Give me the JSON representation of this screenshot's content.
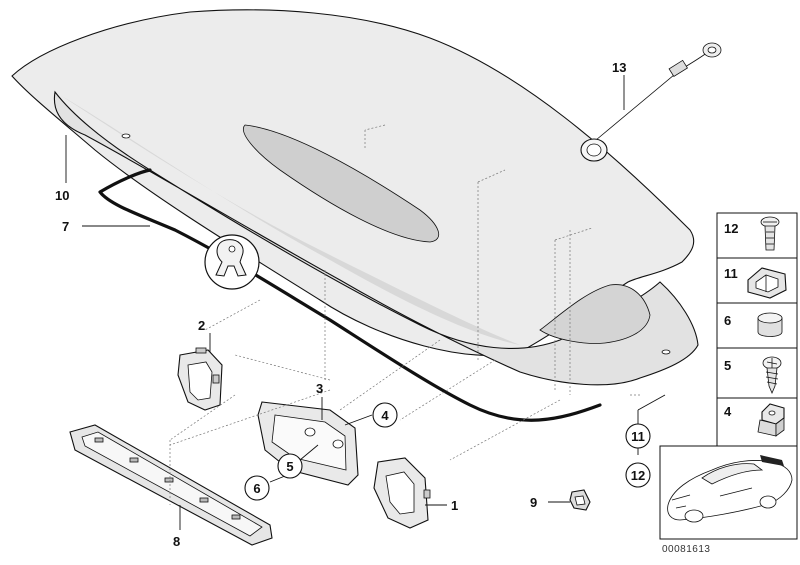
{
  "diagram": {
    "callouts": {
      "c1": "1",
      "c2": "2",
      "c3": "3",
      "c4": "4",
      "c5": "5",
      "c6": "6",
      "c7": "7",
      "c8": "8",
      "c9": "9",
      "c10": "10",
      "c11": "11",
      "c12": "12",
      "c13": "13"
    },
    "legend": {
      "items": [
        "12",
        "11",
        "6",
        "5",
        "4"
      ]
    },
    "reference_number": "00081613"
  }
}
